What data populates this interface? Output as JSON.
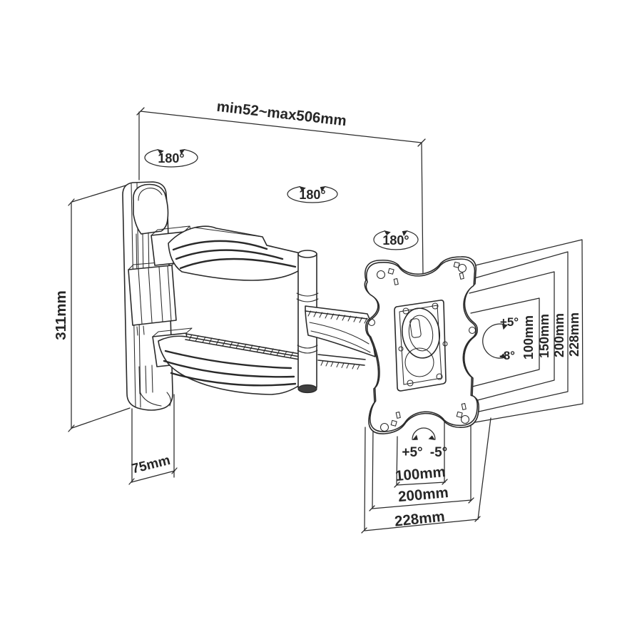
{
  "colors": {
    "ink": "#262626",
    "background": "#ffffff"
  },
  "dimensions": {
    "extension_range": "min52~max506mm",
    "wall_plate_height": "311mm",
    "wall_plate_depth": "75mm",
    "vesa_vertical": [
      "100mm",
      "150mm",
      "200mm",
      "228mm"
    ],
    "vesa_horizontal": [
      "100mm",
      "200mm",
      "228mm"
    ]
  },
  "angles": {
    "swivel_wall_joint": "180°",
    "swivel_mid_joint": "180°",
    "swivel_head_joint": "180°",
    "tilt_up": "+5°",
    "tilt_down": "-8°",
    "rotation_positive": "+5°",
    "rotation_negative": "-5°"
  }
}
